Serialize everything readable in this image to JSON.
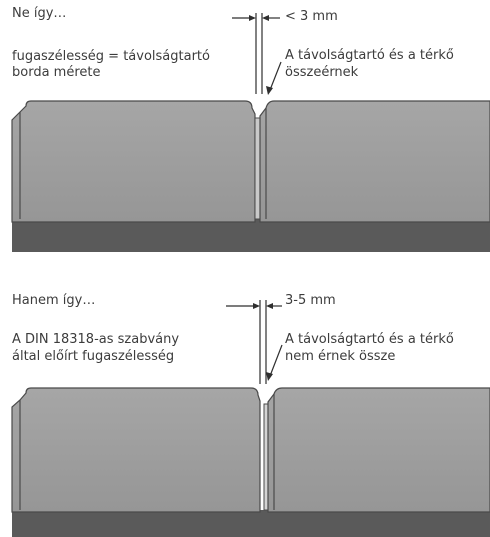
{
  "top": {
    "heading": "Ne így…",
    "gap_label": "< 3 mm",
    "left_note_line1": "fugaszélesség = távolságtartó",
    "left_note_line2": "borda mérete",
    "right_note_line1": "A távolságtartó és a térkő",
    "right_note_line2": "összeérnek"
  },
  "bottom": {
    "heading": "Hanem így…",
    "gap_label": "3-5 mm",
    "left_note_line1": "A DIN 18318-as szabvány",
    "left_note_line2": "által előírt fugaszélesség",
    "right_note_line1": "A távolságtartó és a térkő",
    "right_note_line2": "nem érnek össze"
  },
  "colors": {
    "paver_fill": "#9c9c9c",
    "paver_outline": "#4a4a4a",
    "base_layer": "#5a5a5a",
    "line": "#2f2f2f"
  }
}
